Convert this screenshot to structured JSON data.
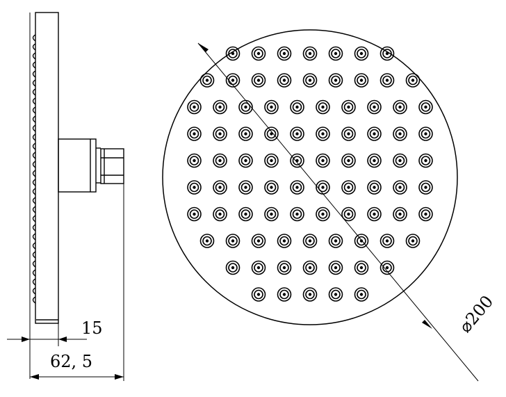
{
  "drawing": {
    "dimensions": {
      "thickness": "15",
      "total_depth": "62, 5",
      "diameter": "⌀200"
    },
    "nozzle_rows": [
      7,
      9,
      10,
      10,
      10,
      10,
      10,
      9,
      7,
      5
    ],
    "colors": {
      "line": "#000000",
      "watermark": "#cfcfcf"
    }
  }
}
